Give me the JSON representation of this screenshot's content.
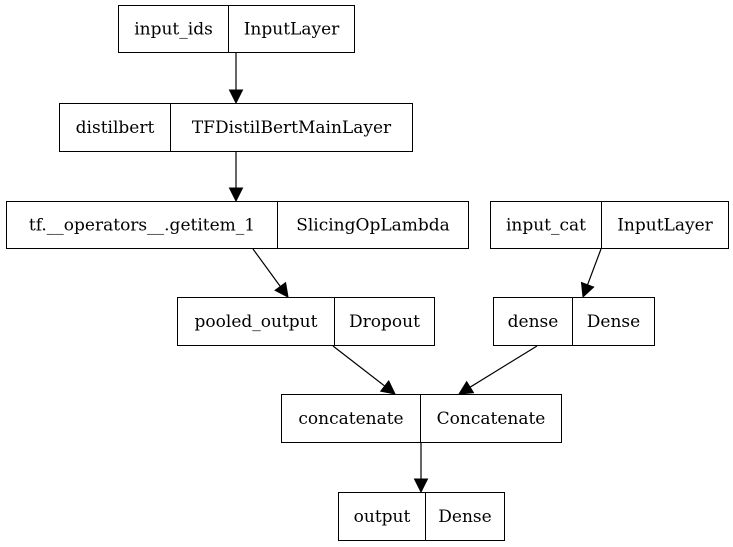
{
  "colors": {
    "background": "#ffffff",
    "stroke": "#000000",
    "text": "#000000"
  },
  "nodes": [
    {
      "id": "input_ids",
      "name": "input_ids",
      "type": "InputLayer"
    },
    {
      "id": "distilbert",
      "name": "distilbert",
      "type": "TFDistilBertMainLayer"
    },
    {
      "id": "getitem_1",
      "name": "tf.__operators__.getitem_1",
      "type": "SlicingOpLambda"
    },
    {
      "id": "input_cat",
      "name": "input_cat",
      "type": "InputLayer"
    },
    {
      "id": "pooled_output",
      "name": "pooled_output",
      "type": "Dropout"
    },
    {
      "id": "dense",
      "name": "dense",
      "type": "Dense"
    },
    {
      "id": "concatenate",
      "name": "concatenate",
      "type": "Concatenate"
    },
    {
      "id": "output",
      "name": "output",
      "type": "Dense"
    }
  ],
  "edges": [
    {
      "from": "input_ids",
      "to": "distilbert"
    },
    {
      "from": "distilbert",
      "to": "getitem_1"
    },
    {
      "from": "getitem_1",
      "to": "pooled_output"
    },
    {
      "from": "input_cat",
      "to": "dense"
    },
    {
      "from": "pooled_output",
      "to": "concatenate"
    },
    {
      "from": "dense",
      "to": "concatenate"
    },
    {
      "from": "concatenate",
      "to": "output"
    }
  ]
}
